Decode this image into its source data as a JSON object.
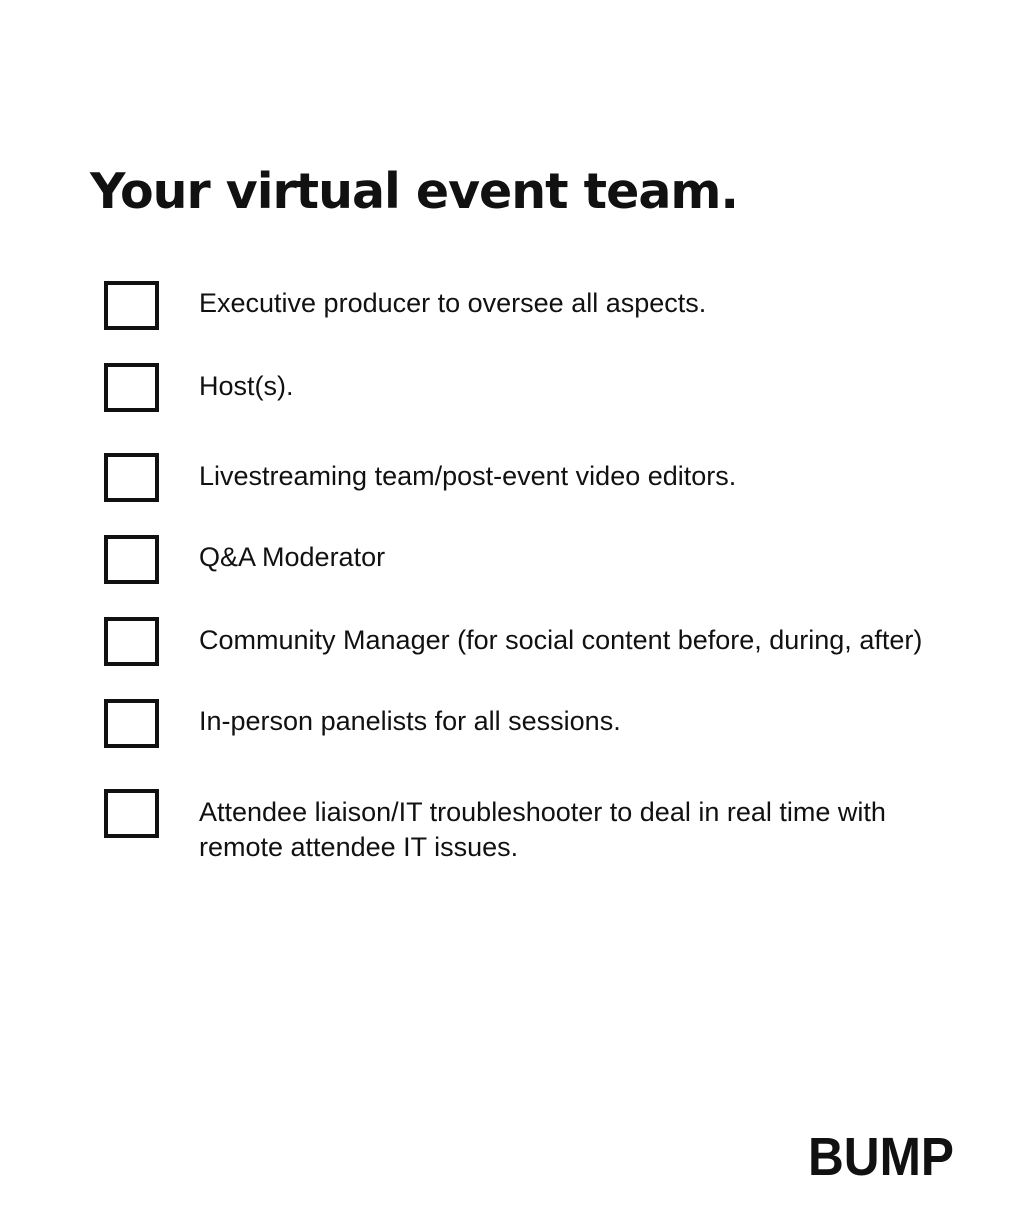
{
  "title": "Your virtual event team.",
  "checklist": [
    {
      "label": "Executive producer to oversee all aspects.",
      "checked": false
    },
    {
      "label": "Host(s).",
      "checked": false
    },
    {
      "label": "Livestreaming team/post-event video editors.",
      "checked": false
    },
    {
      "label": "Q&A Moderator",
      "checked": false
    },
    {
      "label": "Community Manager (for social content before, during, after)",
      "checked": false
    },
    {
      "label": "In-person panelists for all sessions.",
      "checked": false
    },
    {
      "label": "Attendee liaison/IT troubleshooter to deal in real time with remote attendee IT issues.",
      "checked": false
    }
  ],
  "logo": {
    "text": "BUMP",
    "icon": "bump-logo"
  }
}
